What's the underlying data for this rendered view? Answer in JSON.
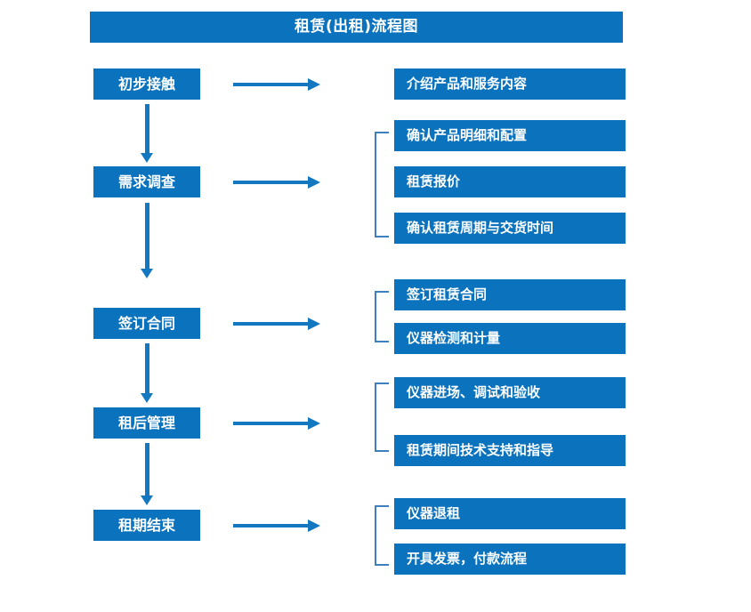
{
  "diagram": {
    "title": "租赁(出租)流程图",
    "colors": {
      "box_blue": "#0b72bd",
      "arrow_blue": "#1378bf",
      "bracket_blue": "#3f7fbe",
      "text_white": "#ffffff",
      "background": "#ffffff"
    },
    "stages": [
      {
        "id": "initial-contact",
        "label": "初步接触",
        "details": [
          "介绍产品和服务内容"
        ],
        "bracketed": false
      },
      {
        "id": "demand-survey",
        "label": "需求调查",
        "details": [
          "确认产品明细和配置",
          "租赁报价",
          "确认租赁周期与交货时间"
        ],
        "bracketed": true
      },
      {
        "id": "sign-contract",
        "label": "签订合同",
        "details": [
          "签订租赁合同",
          "仪器检测和计量"
        ],
        "bracketed": true
      },
      {
        "id": "post-rental-management",
        "label": "租后管理",
        "details": [
          "仪器进场、调试和验收",
          "租赁期间技术支持和指导"
        ],
        "bracketed": true
      },
      {
        "id": "rental-end",
        "label": "租期结束",
        "details": [
          "仪器退租",
          "开具发票，付款流程"
        ],
        "bracketed": true
      }
    ]
  }
}
